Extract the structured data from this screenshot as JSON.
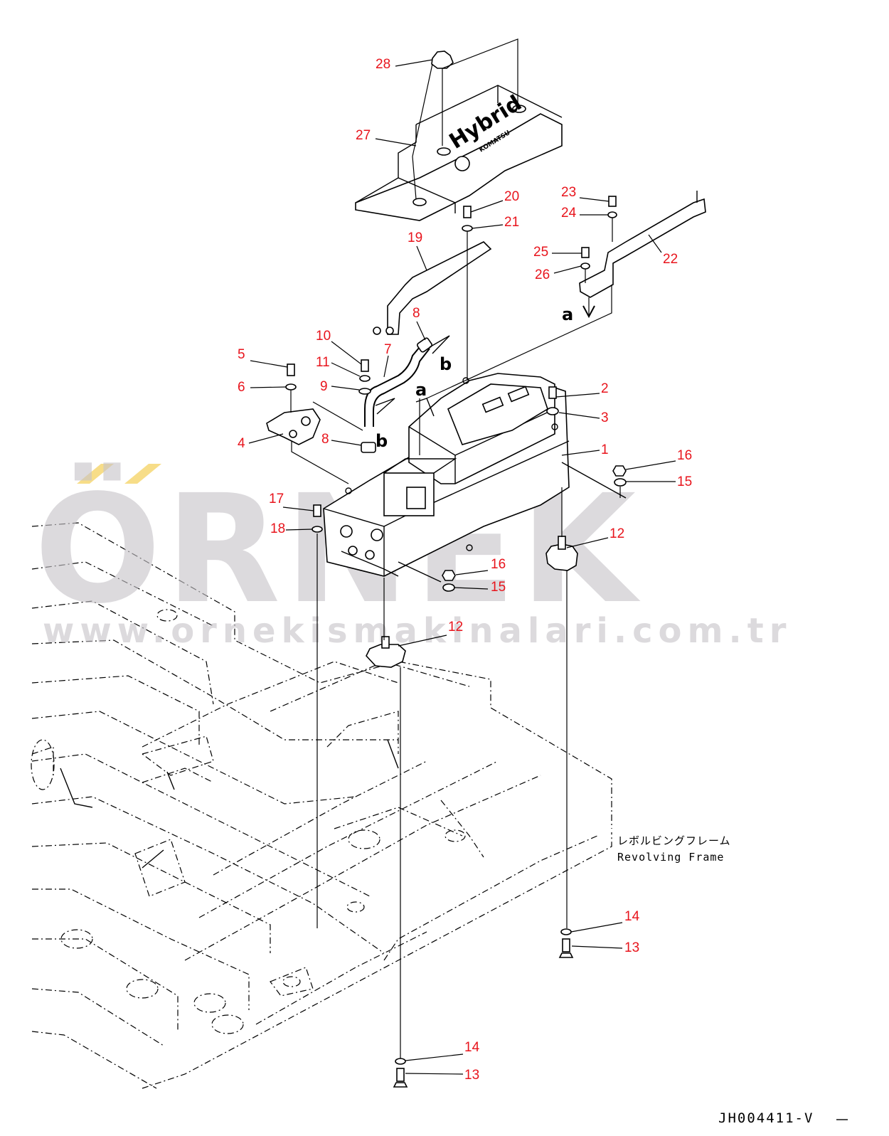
{
  "watermark": {
    "brand": "ÖRNEK",
    "url": "www.ornekismakinalari.com.tr",
    "accent_color": "#f5d46a",
    "gray_color": "#c7c4c9"
  },
  "cover": {
    "logo_text": "Hybrid",
    "brand_text": "KOMATSU"
  },
  "frame_label": {
    "jp": "レボルビングフレーム",
    "en": "Revolving Frame"
  },
  "view_letters": {
    "a_top": "a",
    "a_mid": "a",
    "b_top": "b",
    "b_mid": "b"
  },
  "drawing_code": "JH004411-V",
  "callout_color": "#e8141c",
  "callouts": [
    {
      "label": "28"
    },
    {
      "label": "27"
    },
    {
      "label": "20"
    },
    {
      "label": "21"
    },
    {
      "label": "19"
    },
    {
      "label": "23"
    },
    {
      "label": "24"
    },
    {
      "label": "25"
    },
    {
      "label": "26"
    },
    {
      "label": "22"
    },
    {
      "label": "8"
    },
    {
      "label": "10"
    },
    {
      "label": "7"
    },
    {
      "label": "11"
    },
    {
      "label": "5"
    },
    {
      "label": "9"
    },
    {
      "label": "6"
    },
    {
      "label": "2"
    },
    {
      "label": "3"
    },
    {
      "label": "8"
    },
    {
      "label": "4"
    },
    {
      "label": "1"
    },
    {
      "label": "16"
    },
    {
      "label": "15"
    },
    {
      "label": "17"
    },
    {
      "label": "18"
    },
    {
      "label": "12"
    },
    {
      "label": "16"
    },
    {
      "label": "15"
    },
    {
      "label": "12"
    },
    {
      "label": "14"
    },
    {
      "label": "13"
    },
    {
      "label": "14"
    },
    {
      "label": "13"
    }
  ]
}
